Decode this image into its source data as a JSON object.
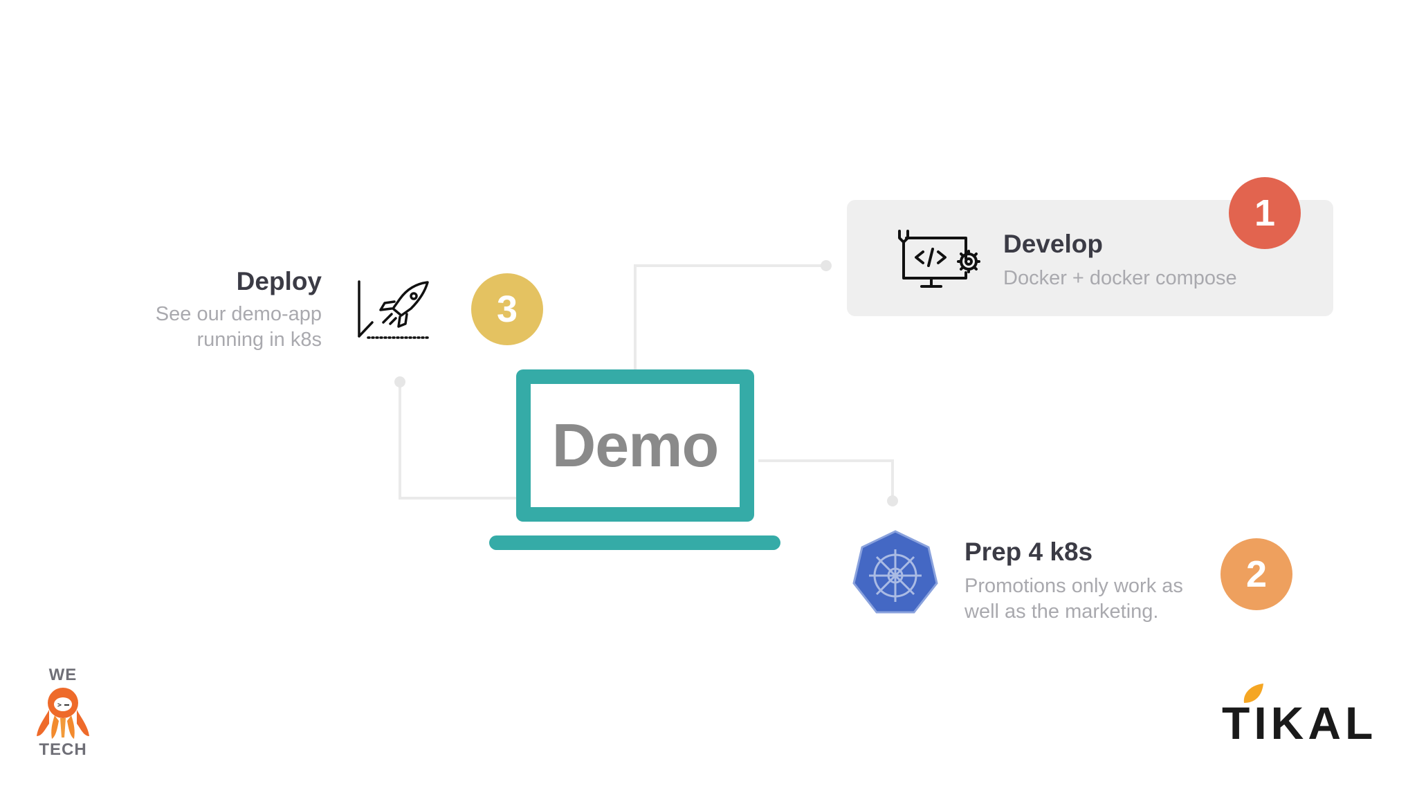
{
  "center": {
    "title": "Demo"
  },
  "steps": {
    "develop": {
      "number": "1",
      "title": "Develop",
      "subtitle": "Docker + docker compose"
    },
    "prep": {
      "number": "2",
      "title": "Prep 4 k8s",
      "subtitle_line1": "Promotions only work as",
      "subtitle_line2": "well as the marketing."
    },
    "deploy": {
      "number": "3",
      "title": "Deploy",
      "subtitle_line1": "See our demo-app",
      "subtitle_line2": "running in k8s"
    }
  },
  "logos": {
    "we_tech": {
      "top": "WE",
      "bottom": "TECH"
    },
    "tikal": {
      "text": "TIKAL"
    }
  },
  "colors": {
    "teal": "#35aba7",
    "badge_1": "#e2644f",
    "badge_2": "#eea05e",
    "badge_3": "#e4c261",
    "k8s_blue": "#4468c4"
  },
  "icons": {
    "develop": "code-monitor-icon",
    "prep": "kubernetes-helm-icon",
    "deploy": "rocket-chart-icon"
  }
}
